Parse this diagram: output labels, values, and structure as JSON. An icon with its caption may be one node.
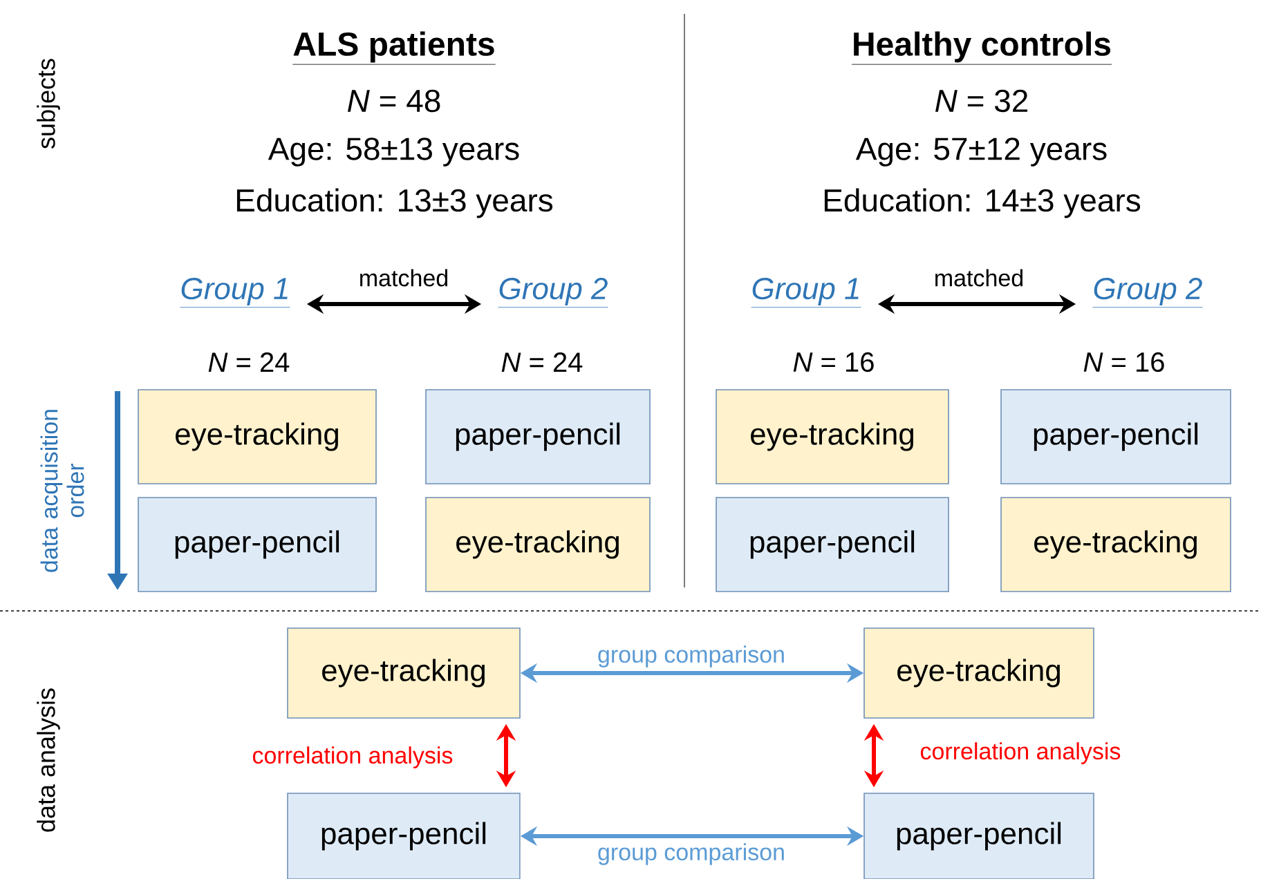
{
  "diagram": {
    "nodes": [
      {
        "text": [
          "Group 1"
        ]
      },
      {
        "text": [
          "Group 2"
        ]
      },
      {
        "text": [
          "Group 1"
        ]
      },
      {
        "text": [
          "Group 2"
        ]
      },
      {
        "text": [
          "eye-tracking"
        ]
      },
      {
        "text": [
          "paper-pencil"
        ]
      },
      {
        "text": [
          "eye-tracking"
        ]
      },
      {
        "text": [
          "paper-pencil"
        ]
      },
      {
        "text": [
          "paper-pencil"
        ]
      },
      {
        "text": [
          "eye-tracking"
        ]
      },
      {
        "text": [
          "paper-pencil"
        ]
      },
      {
        "text": [
          "eye-tracking"
        ]
      },
      {
        "text": [
          "eye-tracking"
        ]
      },
      {
        "text": [
          "eye-tracking"
        ]
      },
      {
        "text": [
          "paper-pencil"
        ]
      },
      {
        "text": [
          "paper-pencil"
        ]
      }
    ],
    "edges": [
      {
        "from": 0,
        "to": 1,
        "arrow": "both",
        "label": "matched",
        "color": "#000000"
      },
      {
        "from": 2,
        "to": 3,
        "arrow": "both",
        "label": "matched",
        "color": "#000000"
      },
      {
        "from": 12,
        "to": 13,
        "arrow": "both",
        "label": "group comparison",
        "color": "#5b9bd5"
      },
      {
        "from": 12,
        "to": 14,
        "arrow": "both",
        "label": "correlation analysis",
        "color": "#ff0000"
      },
      {
        "from": 13,
        "to": 15,
        "arrow": "both",
        "label": "correlation analysis",
        "color": "#ff0000"
      },
      {
        "from": 14,
        "to": 15,
        "arrow": "both",
        "label": "group comparison",
        "color": "#5b9bd5"
      }
    ],
    "labels": [
      "subjects",
      "ALS patients",
      "*N* = 48",
      "Age: 58±13 years",
      "Education: 13±3 years",
      "Healthy controls",
      "*N* = 32",
      "Age: 57±12 years",
      "Education: 14±3 years",
      "*N* = 24",
      "*N* = 24",
      "*N* = 16",
      "*N* = 16",
      "data acquisition order",
      "data analysis"
    ]
  }
}
